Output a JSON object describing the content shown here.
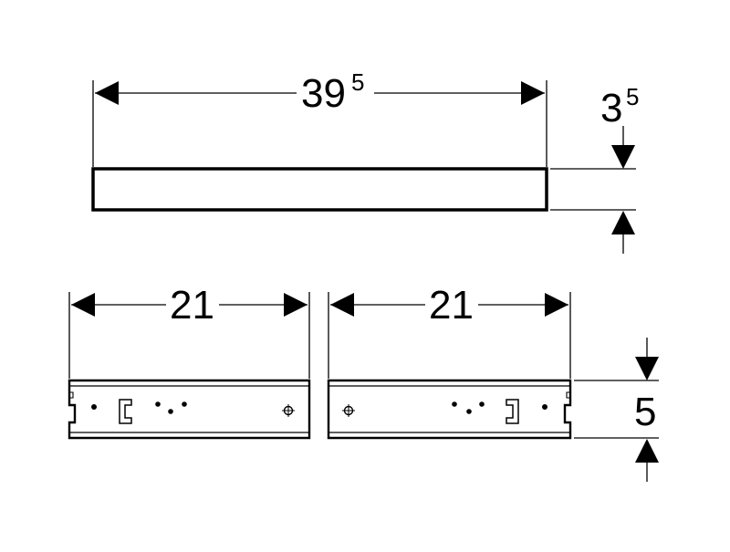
{
  "top_view": {
    "width_dimension": {
      "main": "39",
      "superscript": "5"
    },
    "height_dimension": {
      "main": "3",
      "superscript": "5"
    }
  },
  "bottom_view": {
    "left_rail_dimension": "21",
    "right_rail_dimension": "21",
    "height_dimension": "5"
  }
}
